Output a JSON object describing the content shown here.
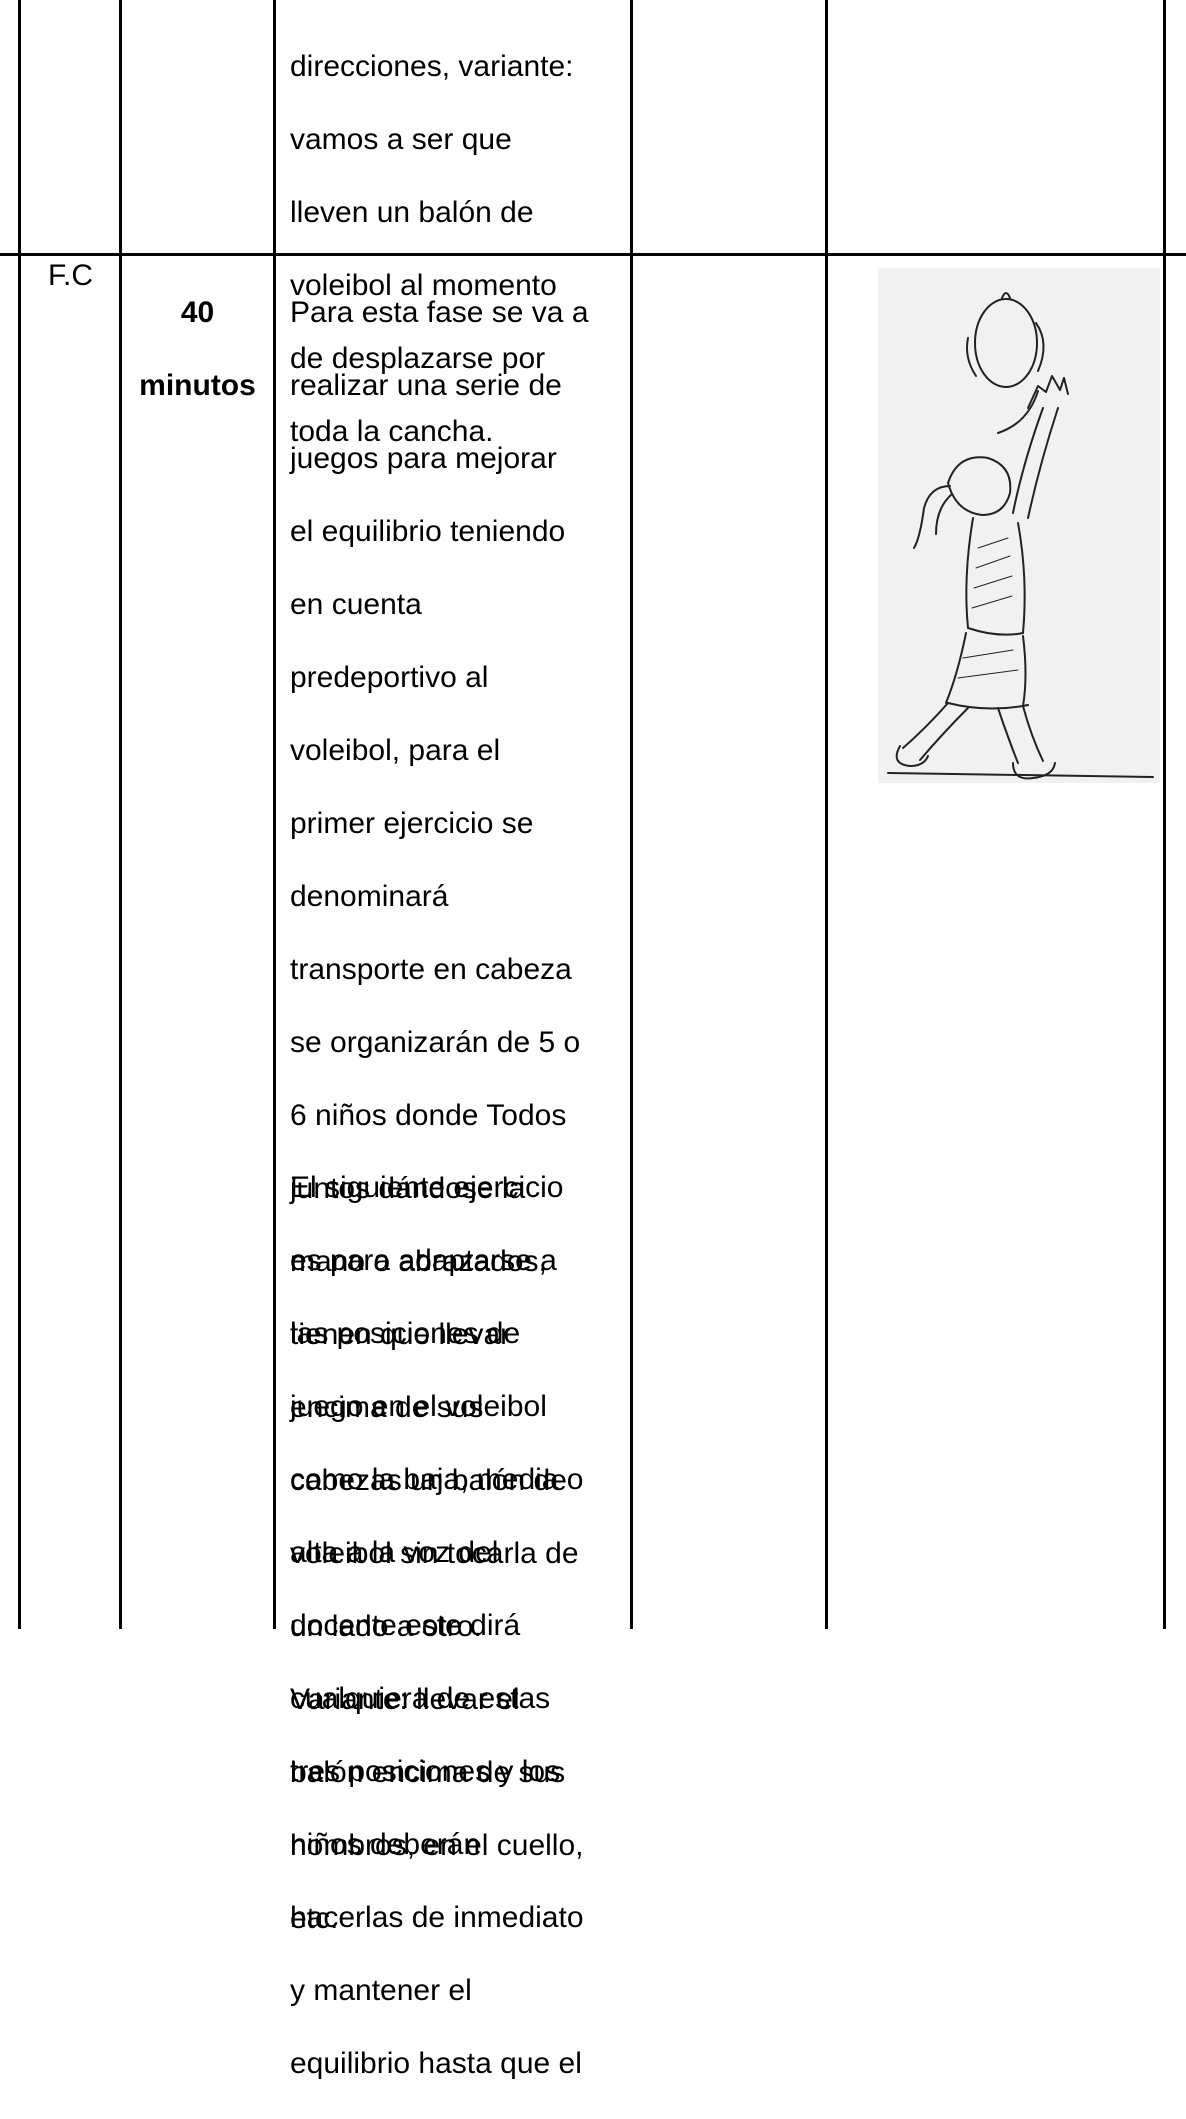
{
  "row1": {
    "activity_lines": [
      "direcciones, variante:",
      "vamos a ser que",
      "lleven un balón de",
      "voleibol al momento",
      "de desplazarse por",
      "toda la cancha."
    ]
  },
  "row2": {
    "phase": "F.C",
    "time_line1": "40",
    "time_line2": "minutos",
    "para1_lines": [
      "Para esta fase se va a",
      "realizar una serie de",
      "juegos para mejorar",
      "el equilibrio teniendo",
      "en cuenta",
      "predeportivo al",
      "voleibol, para el",
      "primer ejercicio se",
      "denominará",
      "transporte en cabeza",
      "se organizarán de 5 o",
      "6 niños donde Todos",
      "juntos dándose la",
      "mano o abrazados,",
      "tienen que llevar",
      "encima de sus",
      "cabezas un balón de",
      "voleibol sin tocarla de",
      "un lado a otro.",
      "Variante: llevar el",
      "balón encima de sus",
      "hombros, en el cuello,",
      "etc."
    ],
    "para2_lines": [
      "El siguiente ejercicio",
      "es para adaptarse a",
      "las posiciones de",
      "juego en el voleibol",
      "como la baja, media o",
      "alta a la voz del",
      "docente este dirá",
      "cualquiera de estas",
      "tres posiciones y los",
      "niños deberán",
      "hacerlas de inmediato",
      "y mantener el",
      "equilibrio hasta que el"
    ],
    "illustration": "sketch-child-catching-ball"
  }
}
